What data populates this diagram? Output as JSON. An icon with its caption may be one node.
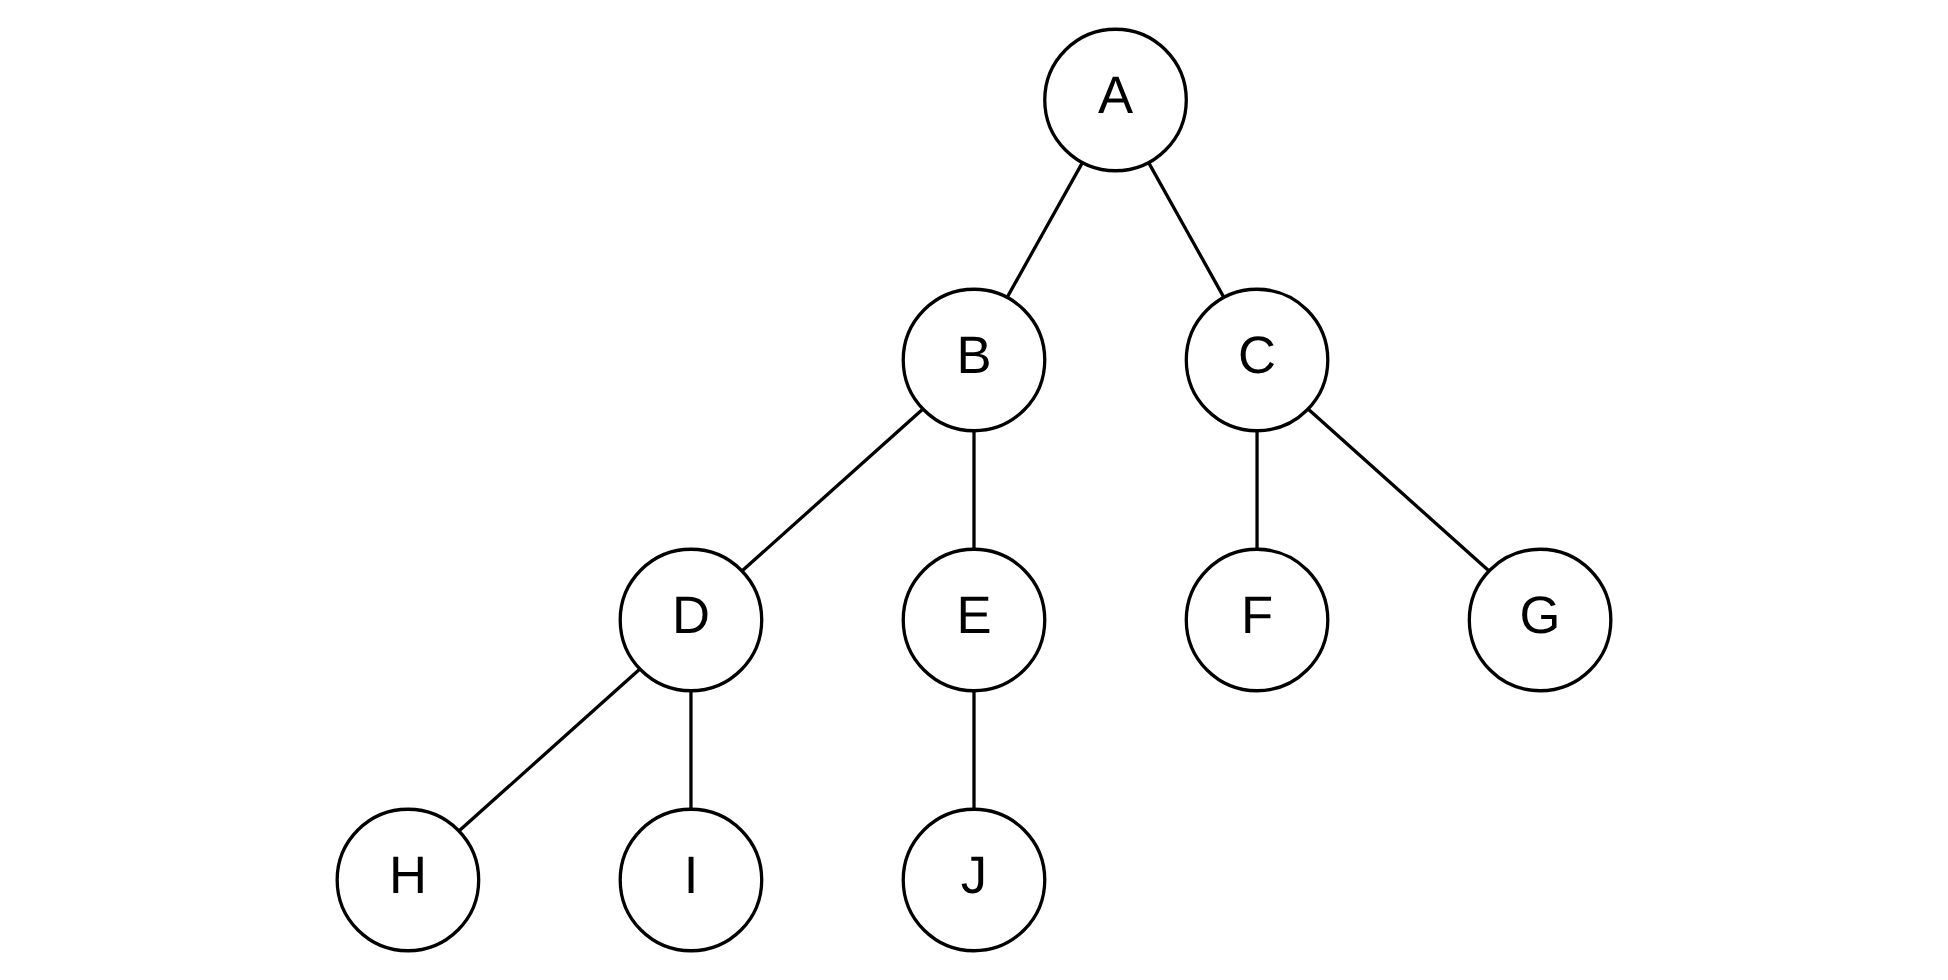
{
  "diagram": {
    "nodes": [
      {
        "text": [
          "A"
        ]
      },
      {
        "text": [
          "B"
        ]
      },
      {
        "text": [
          "C"
        ]
      },
      {
        "text": [
          "D"
        ]
      },
      {
        "text": [
          "E"
        ]
      },
      {
        "text": [
          "F"
        ]
      },
      {
        "text": [
          "G"
        ]
      },
      {
        "text": [
          "H"
        ]
      },
      {
        "text": [
          "I"
        ]
      },
      {
        "text": [
          "J"
        ]
      }
    ],
    "edges": [
      {
        "from": 0,
        "to": 1,
        "arrow": "none"
      },
      {
        "from": 0,
        "to": 2,
        "arrow": "none"
      },
      {
        "from": 1,
        "to": 3,
        "arrow": "none"
      },
      {
        "from": 1,
        "to": 4,
        "arrow": "none"
      },
      {
        "from": 2,
        "to": 5,
        "arrow": "none"
      },
      {
        "from": 2,
        "to": 6,
        "arrow": "none"
      },
      {
        "from": 3,
        "to": 7,
        "arrow": "none"
      },
      {
        "from": 3,
        "to": 8,
        "arrow": "none"
      },
      {
        "from": 4,
        "to": 9,
        "arrow": "none"
      }
    ]
  }
}
